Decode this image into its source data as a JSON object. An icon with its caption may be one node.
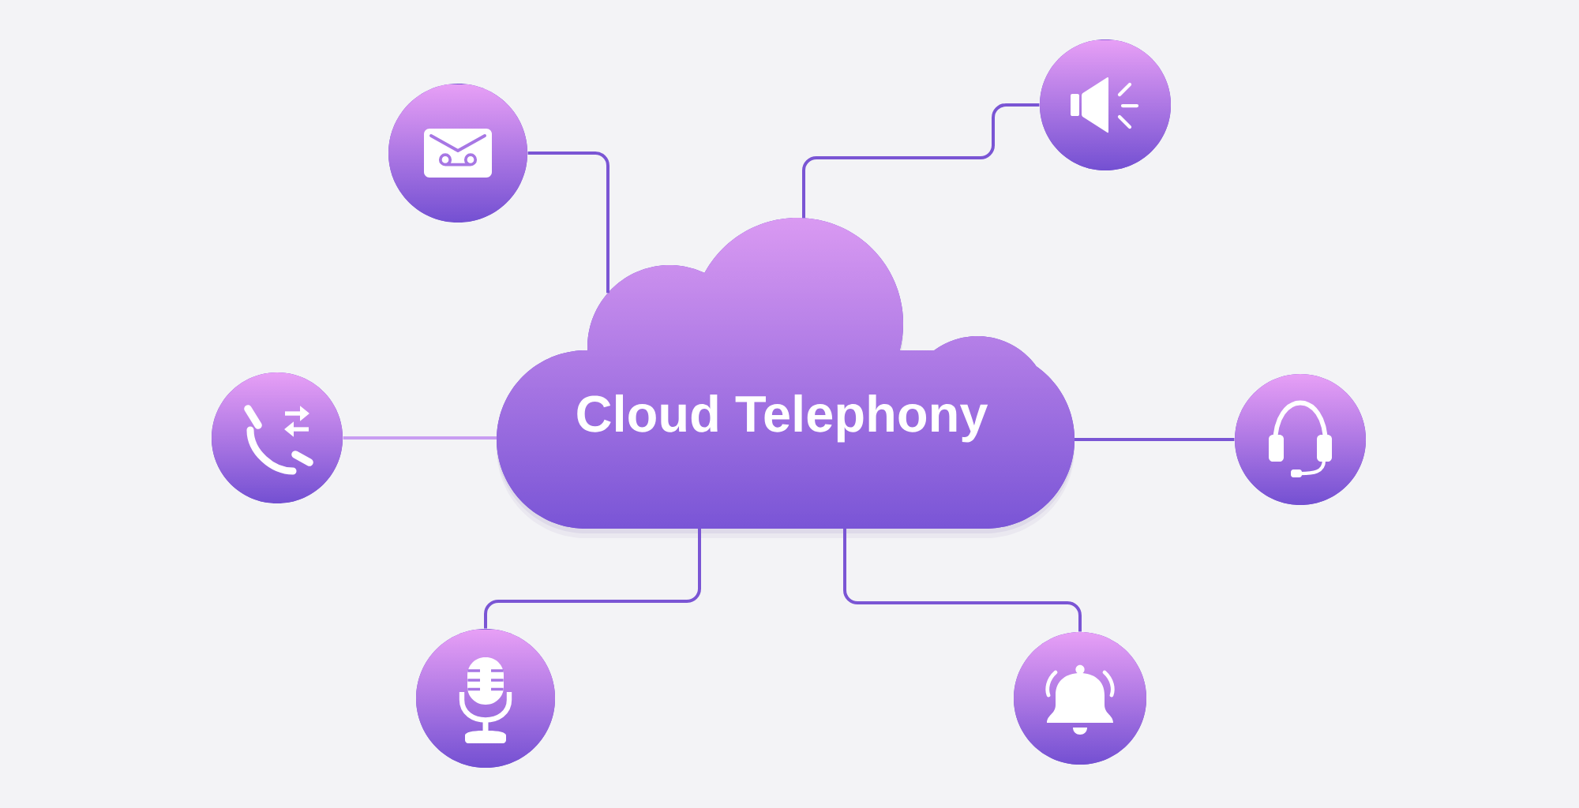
{
  "diagram": {
    "nodes": [
      {
        "text": [
          "Cloud Telephony"
        ]
      },
      {
        "text": [],
        "shape": "circle"
      },
      {
        "text": [],
        "shape": "circle"
      },
      {
        "text": [],
        "shape": "circle"
      },
      {
        "text": [],
        "shape": "circle"
      },
      {
        "text": [],
        "shape": "circle"
      },
      {
        "text": [],
        "shape": "circle"
      }
    ],
    "edges": [
      {
        "from": 0,
        "to": 1,
        "arrow": "none"
      },
      {
        "from": 0,
        "to": 2,
        "arrow": "none"
      },
      {
        "from": 0,
        "to": 3,
        "arrow": "none"
      },
      {
        "from": 0,
        "to": 4,
        "arrow": "none"
      },
      {
        "from": 0,
        "to": 5,
        "arrow": "none"
      },
      {
        "from": 0,
        "to": 6,
        "arrow": "none",
        "color": "#c89df2"
      }
    ]
  }
}
